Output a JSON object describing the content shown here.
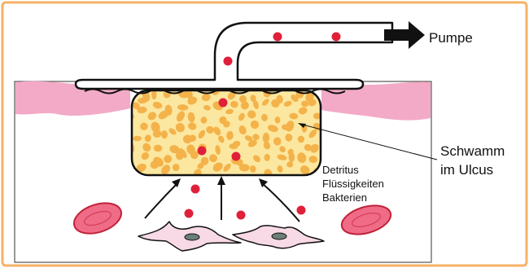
{
  "labels": {
    "pump": "Pumpe",
    "sponge_line1": "Schwamm",
    "sponge_line2": "im Ulcus",
    "debris_1": "Detritus",
    "debris_2": "Flüssigkeiten",
    "debris_3": "Bakterien"
  },
  "colors": {
    "border": "#f5b266",
    "skin": "#f3aac6",
    "tissue_outline": "#555555",
    "sponge_fill": "#fce7a0",
    "sponge_cells": "#f3b34a",
    "particle": "#e0203a",
    "red_cell_fill": "#f06b86",
    "red_cell_outline": "#c0223a",
    "fibroblast_fill": "#f8d9e6",
    "fibroblast_nucleus": "#6b7e78",
    "tube_fill": "#ffffff",
    "outline": "#111111"
  },
  "icons": {
    "pump_arrow": "right-arrow-icon",
    "flow_arrows": "up-arrow-icon"
  }
}
